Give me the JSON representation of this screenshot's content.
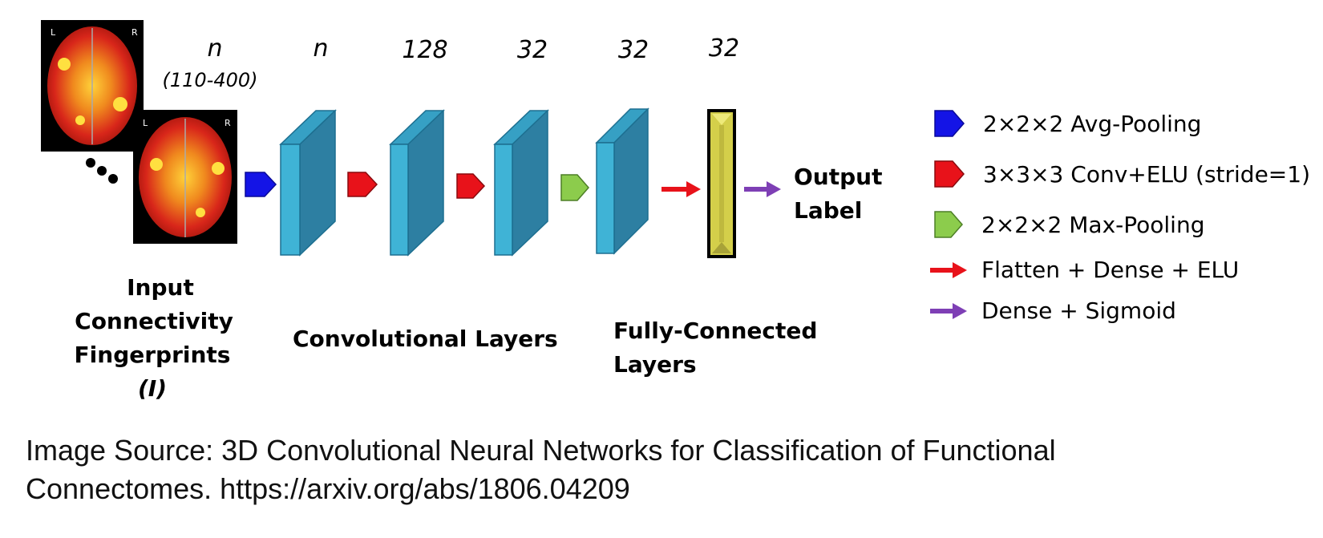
{
  "dimensions": {
    "input_n": "n",
    "input_range": "(110-400)",
    "conv1": "n",
    "conv2": "128",
    "conv3": "32",
    "conv4": "32",
    "dense": "32"
  },
  "labels": {
    "input_line1": "Input",
    "input_line2": "Connectivity",
    "input_line3": "Fingerprints",
    "input_line4": "(I)",
    "conv": "Convolutional Layers",
    "fc_line1": "Fully-Connected",
    "fc_line2": "Layers",
    "output_line1": "Output",
    "output_line2": "Label"
  },
  "brain_markers": {
    "left": "L",
    "right": "R"
  },
  "legend": [
    {
      "text": "2×2×2 Avg-Pooling",
      "color": "#1414e6",
      "shape": "pentagon"
    },
    {
      "text": "3×3×3 Conv+ELU (stride=1)",
      "color": "#e8121a",
      "shape": "pentagon"
    },
    {
      "text": "2×2×2 Max-Pooling",
      "color": "#8ccc4c",
      "shape": "pentagon"
    },
    {
      "text": "Flatten + Dense + ELU",
      "color": "#e8121a",
      "shape": "arrow"
    },
    {
      "text": "Dense + Sigmoid",
      "color": "#7e3fb5",
      "shape": "arrow"
    }
  ],
  "colors": {
    "layer_front": "#3fb3d6",
    "layer_side": "#2d7fa2",
    "layer_top": "#36a0c4",
    "dense_fill": "#d4cf4a",
    "avg_pool": "#1414e6",
    "conv": "#e8121a",
    "max_pool": "#8ccc4c",
    "flatten_arrow": "#e8121a",
    "sigmoid_arrow": "#7e3fb5"
  },
  "caption_line1": "Image Source: 3D Convolutional Neural Networks for Classification of Functional",
  "caption_line2": "Connectomes. https://arxiv.org/abs/1806.04209"
}
